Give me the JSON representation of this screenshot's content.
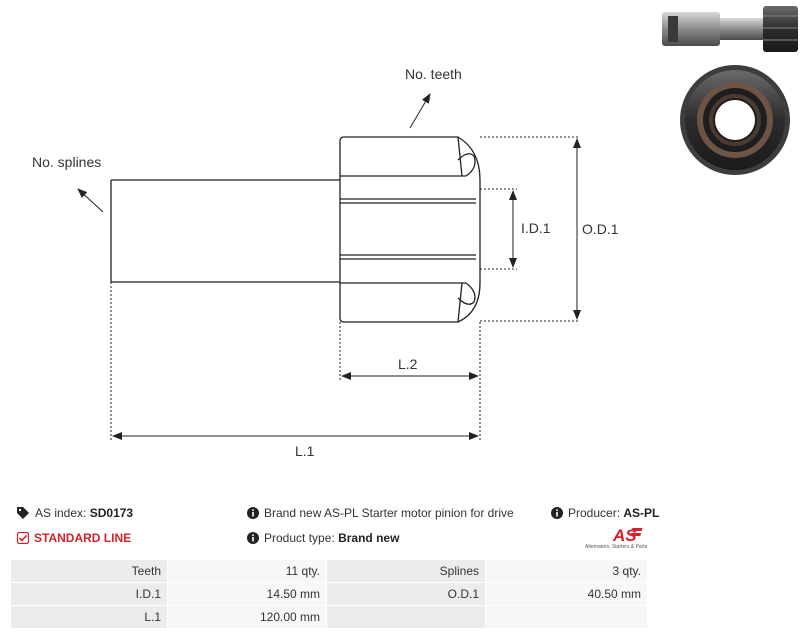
{
  "drawing": {
    "labels": {
      "splines": "No. splines",
      "teeth": "No. teeth",
      "id1": "I.D.1",
      "od1": "O.D.1",
      "l2": "L.2",
      "l1": "L.1"
    }
  },
  "info": {
    "as_index_label": "AS index:",
    "as_index_value": "SD0173",
    "line_label": "STANDARD LINE",
    "description": "Brand new AS-PL Starter motor pinion for drive",
    "product_type_label": "Product type:",
    "product_type_value": "Brand new",
    "producer_label": "Producer:",
    "producer_value": "AS-PL",
    "logo_text": "AS",
    "logo_tagline": "Alternators, Starters & Parts"
  },
  "colors": {
    "accent_red": "#d6202a",
    "cell_key": "#ececec",
    "cell_value": "#f7f7f7"
  },
  "specs": [
    [
      "Teeth",
      "11 qty.",
      "Splines",
      "3 qty."
    ],
    [
      "I.D.1",
      "14.50 mm",
      "O.D.1",
      "40.50 mm"
    ],
    [
      "L.1",
      "120.00 mm",
      "",
      ""
    ]
  ]
}
